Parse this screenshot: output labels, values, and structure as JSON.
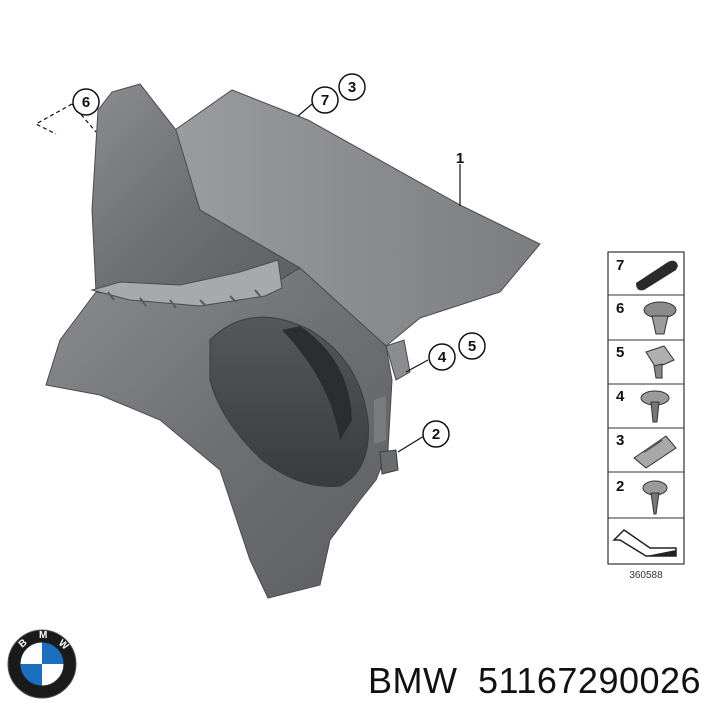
{
  "callouts": {
    "c6": "6",
    "c7": "7",
    "c3": "3",
    "c1": "1",
    "c4": "4",
    "c5": "5",
    "c2": "2"
  },
  "legend": [
    {
      "number": "7",
      "icon": "trim-strip-icon"
    },
    {
      "number": "6",
      "icon": "expanding-rivet-icon"
    },
    {
      "number": "5",
      "icon": "clip-nut-icon"
    },
    {
      "number": "4",
      "icon": "washer-screw-icon"
    },
    {
      "number": "3",
      "icon": "retaining-clip-icon"
    },
    {
      "number": "2",
      "icon": "screw-icon"
    }
  ],
  "reference_number": "360588",
  "caption": {
    "brand": "BMW",
    "part_number": "51167290026"
  },
  "logo": {
    "text": "BMW",
    "colors": {
      "ring": "#1a1a1a",
      "blue": "#1c6fbf",
      "white": "#ffffff"
    }
  }
}
